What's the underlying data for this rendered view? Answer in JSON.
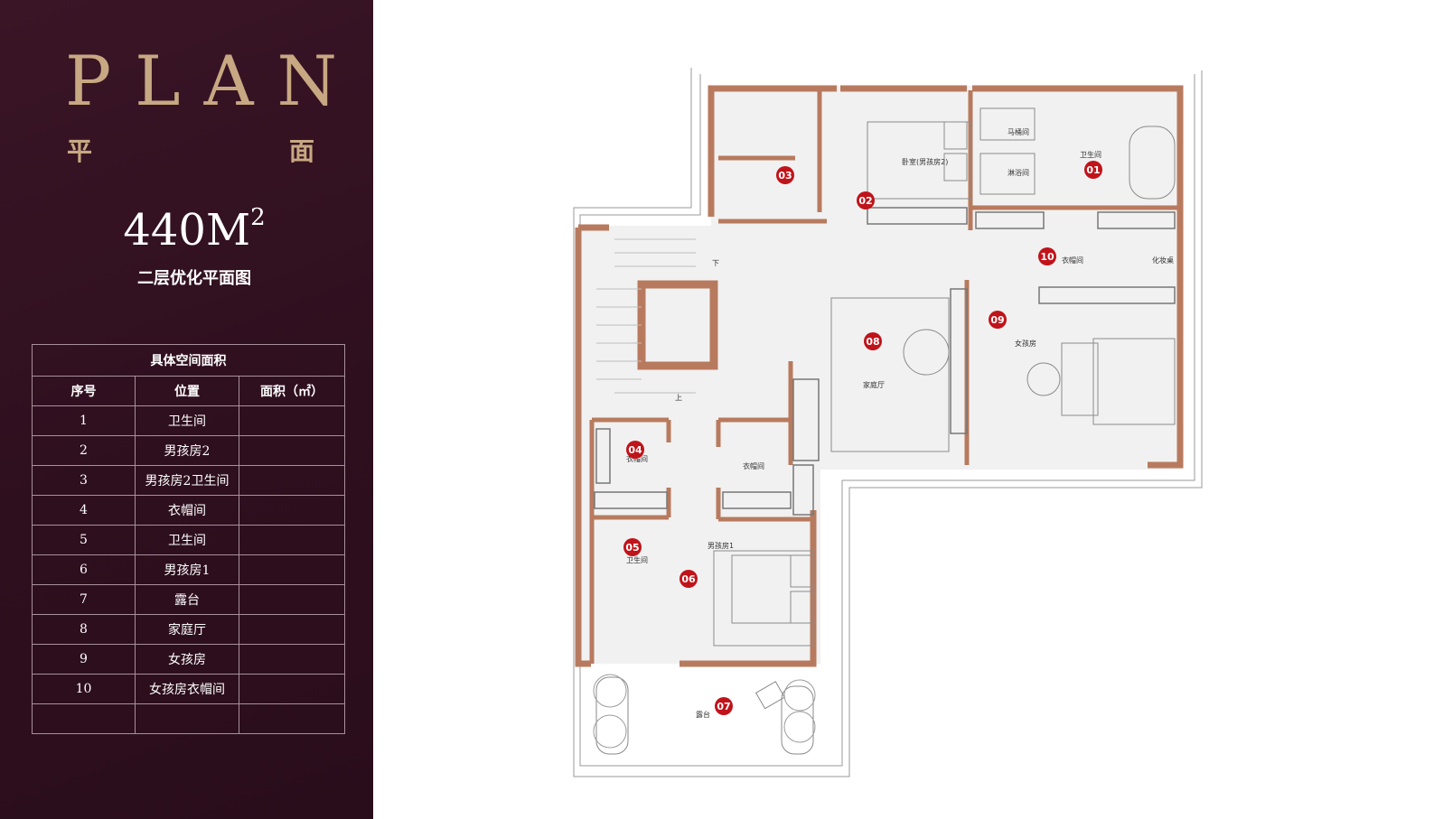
{
  "sidebar": {
    "plan_word": "PLAN",
    "plan_cn_left": "平",
    "plan_cn_right": "面",
    "area_value": "440M",
    "area_unit_sup": "2",
    "subtitle": "二层优化平面图"
  },
  "table": {
    "caption": "具体空间面积",
    "headers": [
      "序号",
      "位置",
      "面积（㎡）"
    ],
    "rows": [
      {
        "no": "1",
        "name": "卫生间",
        "area": ""
      },
      {
        "no": "2",
        "name": "男孩房2",
        "area": ""
      },
      {
        "no": "3",
        "name": "男孩房2卫生间",
        "area": ""
      },
      {
        "no": "4",
        "name": "衣帽间",
        "area": ""
      },
      {
        "no": "5",
        "name": "卫生间",
        "area": ""
      },
      {
        "no": "6",
        "name": "男孩房1",
        "area": ""
      },
      {
        "no": "7",
        "name": "露台",
        "area": ""
      },
      {
        "no": "8",
        "name": "家庭厅",
        "area": ""
      },
      {
        "no": "9",
        "name": "女孩房",
        "area": ""
      },
      {
        "no": "10",
        "name": "女孩房衣帽间",
        "area": ""
      },
      {
        "no": "",
        "name": "",
        "area": ""
      }
    ]
  },
  "plan": {
    "badges": [
      "01",
      "02",
      "03",
      "04",
      "05",
      "06",
      "07",
      "08",
      "09",
      "10"
    ],
    "labels": {
      "bath1": "卫生间",
      "boy2": "卧室(男孩房2)",
      "wc": "马桶间",
      "shower": "淋浴间",
      "closet10": "衣帽间",
      "vanity": "化妆桌",
      "girl": "女孩房",
      "family": "家庭厅",
      "closet4": "衣帽间",
      "closet_mid": "衣帽间",
      "bath5": "卫生间",
      "boy1": "男孩房1",
      "terrace": "露台",
      "down": "下",
      "up": "上"
    }
  },
  "colors": {
    "sidebar_bg": "#2e0f1e",
    "gold": "#c8a882",
    "wall": "#b87a5e",
    "badge": "#c0131a"
  }
}
